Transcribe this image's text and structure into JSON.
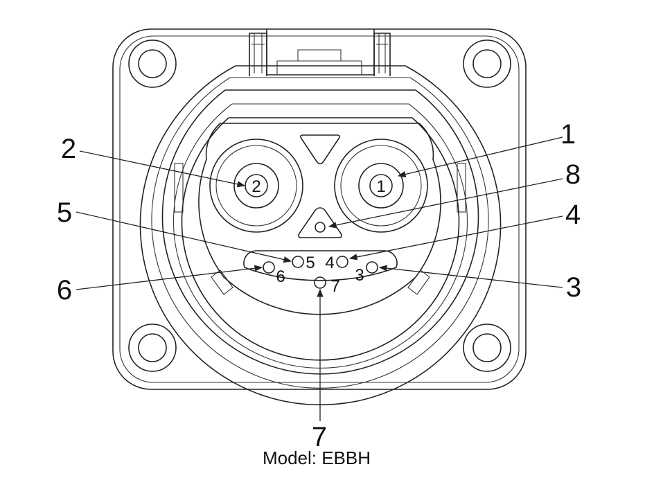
{
  "model_label": "Model: EBBH",
  "callouts": [
    "1",
    "2",
    "3",
    "4",
    "5",
    "6",
    "7",
    "8"
  ],
  "pin_labels": [
    "1",
    "2",
    "3",
    "4",
    "5",
    "6",
    "7"
  ],
  "colors": {
    "line": "#222222",
    "background": "#ffffff"
  }
}
